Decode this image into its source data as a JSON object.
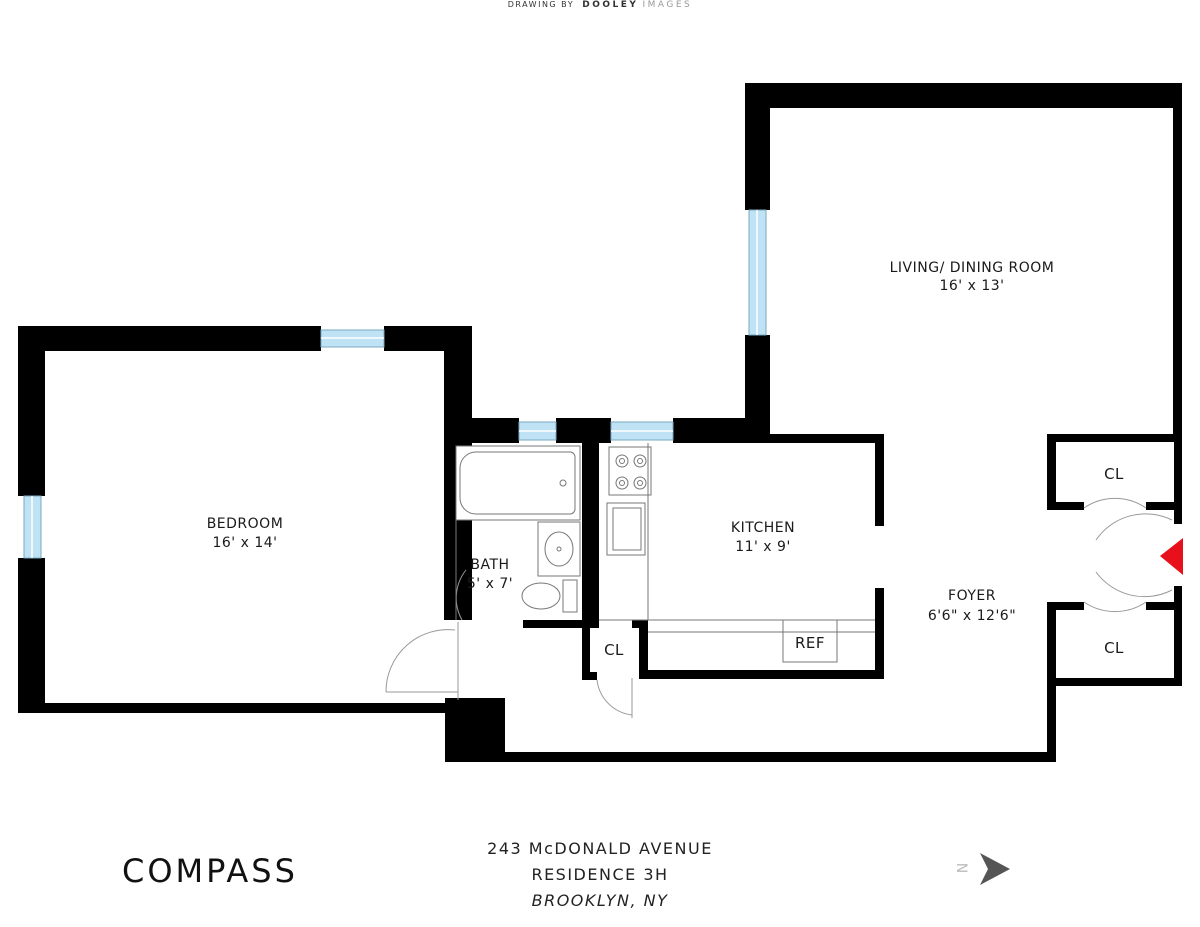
{
  "credit": {
    "prefix": "DRAWING BY",
    "brand": "DOOLEY",
    "brand_light": "IMAGES"
  },
  "rooms": {
    "living": {
      "name": "LIVING/ DINING ROOM",
      "dims": "16' x 13'"
    },
    "bedroom": {
      "name": "BEDROOM",
      "dims": "16' x 14'"
    },
    "kitchen": {
      "name": "KITCHEN",
      "dims": "11' x 9'"
    },
    "bath": {
      "name": "BATH",
      "dims": "5' x 7'"
    },
    "foyer": {
      "name": "FOYER",
      "dims": "6'6\" x 12'6\""
    },
    "closet_label": "CL",
    "fridge_label": "REF"
  },
  "brand_logo": "COMPASS",
  "address": {
    "line1": "243 McDONALD AVENUE",
    "line2": "RESIDENCE 3H",
    "line3": "BROOKLYN, NY"
  },
  "compass_letter": "N",
  "colors": {
    "wall": "#000000",
    "window": "#bfe3f4",
    "entry_marker": "#e8101a"
  }
}
